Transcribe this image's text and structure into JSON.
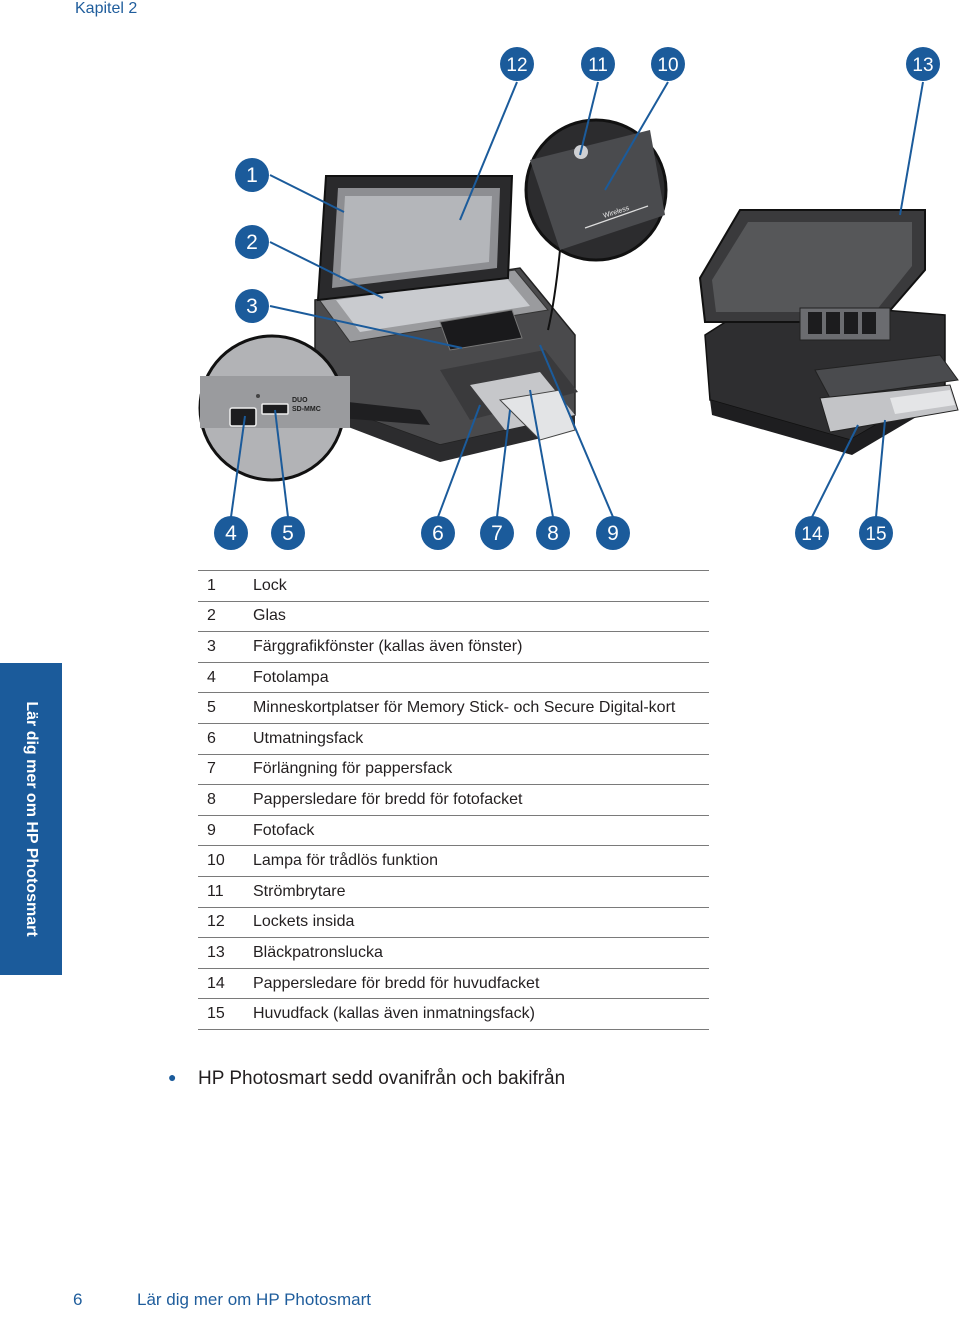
{
  "header": {
    "chapter": "Kapitel 2"
  },
  "side_tab": {
    "label": "Lär dig mer om HP Photosmart"
  },
  "figure": {
    "callouts": [
      "1",
      "2",
      "3",
      "4",
      "5",
      "6",
      "7",
      "8",
      "9",
      "10",
      "11",
      "12",
      "13",
      "14",
      "15"
    ],
    "card_slot_labels": [
      "DUO",
      "SD-MMC"
    ],
    "button_label": "Wireless",
    "accent_color": "#1b5b9b"
  },
  "legend": [
    {
      "num": "1",
      "text": "Lock"
    },
    {
      "num": "2",
      "text": "Glas"
    },
    {
      "num": "3",
      "text": "Färggrafikfönster (kallas även fönster)"
    },
    {
      "num": "4",
      "text": "Fotolampa"
    },
    {
      "num": "5",
      "text": "Minneskortplatser för Memory Stick- och Secure Digital-kort"
    },
    {
      "num": "6",
      "text": "Utmatningsfack"
    },
    {
      "num": "7",
      "text": "Förlängning för pappersfack"
    },
    {
      "num": "8",
      "text": "Pappersledare för bredd för fotofacket"
    },
    {
      "num": "9",
      "text": "Fotofack"
    },
    {
      "num": "10",
      "text": "Lampa för trådlös funktion"
    },
    {
      "num": "11",
      "text": "Strömbrytare"
    },
    {
      "num": "12",
      "text": "Lockets insida"
    },
    {
      "num": "13",
      "text": "Bläckpatronslucka"
    },
    {
      "num": "14",
      "text": "Pappersledare för bredd för huvudfacket"
    },
    {
      "num": "15",
      "text": "Huvudfack (kallas även inmatningsfack)"
    }
  ],
  "bullet": {
    "text": "HP Photosmart sedd ovanifrån och bakifrån"
  },
  "footer": {
    "page": "6",
    "title": "Lär dig mer om HP Photosmart"
  }
}
